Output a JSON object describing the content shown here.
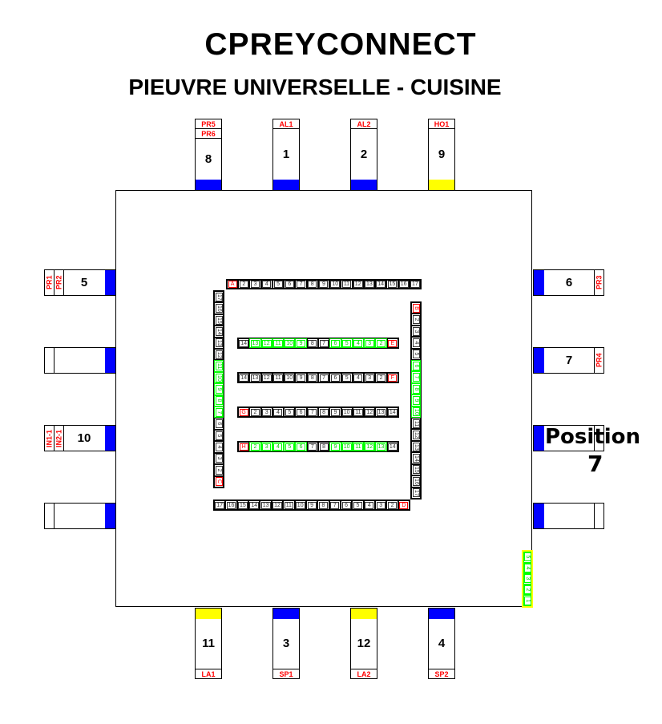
{
  "title": "CPREYCONNECT",
  "subtitle": "PIEUVRE UNIVERSELLE - CUISINE",
  "colors": {
    "blue": "#0000ff",
    "yellow": "#ffff00",
    "green": "#00ff00",
    "red": "#ff0000"
  },
  "connectors": {
    "top": [
      {
        "number": "8",
        "labels": [
          "PR5",
          "PR6"
        ],
        "color": "blue"
      },
      {
        "number": "1",
        "labels": [
          "AL1"
        ],
        "color": "blue"
      },
      {
        "number": "2",
        "labels": [
          "AL2"
        ],
        "color": "blue"
      },
      {
        "number": "9",
        "labels": [
          "HO1"
        ],
        "color": "yellow"
      }
    ],
    "bottom": [
      {
        "number": "11",
        "labels": [
          "LA1"
        ],
        "color": "yellow"
      },
      {
        "number": "3",
        "labels": [
          "SP1"
        ],
        "color": "blue"
      },
      {
        "number": "12",
        "labels": [
          "LA2"
        ],
        "color": "yellow"
      },
      {
        "number": "4",
        "labels": [
          "SP2"
        ],
        "color": "blue"
      }
    ],
    "left": [
      {
        "number": "5",
        "labels": [
          "PR1",
          "PR2"
        ],
        "color": "blue"
      },
      {
        "number": "",
        "labels": [
          ""
        ],
        "color": "blue"
      },
      {
        "number": "10",
        "labels": [
          "IN1-1",
          "IN2-1"
        ],
        "color": "blue"
      },
      {
        "number": "",
        "labels": [
          ""
        ],
        "color": "blue"
      }
    ],
    "right": [
      {
        "number": "6",
        "labels": [
          "PR3"
        ],
        "color": "blue"
      },
      {
        "number": "7",
        "labels": [
          "PR4"
        ],
        "color": "blue"
      },
      {
        "number": "",
        "labels": [
          ""
        ],
        "color": "blue"
      },
      {
        "number": "",
        "labels": [
          ""
        ],
        "color": "blue"
      }
    ]
  },
  "position": {
    "label": "Position",
    "value": "7"
  },
  "strips": [
    {
      "id": "top-row",
      "cells": [
        "A",
        "2",
        "3",
        "4",
        "5",
        "6",
        "7",
        "8",
        "9",
        "10",
        "11",
        "12",
        "13",
        "14",
        "15",
        "16",
        "17"
      ],
      "green": [],
      "red": [
        "A"
      ]
    },
    {
      "id": "left-column",
      "cells": [
        "17",
        "16",
        "15",
        "14",
        "13",
        "12",
        "11",
        "10",
        "9",
        "8",
        "7",
        "6",
        "5",
        "4",
        "3",
        "2",
        "C"
      ],
      "green": [
        "11",
        "10",
        "9",
        "8",
        "7"
      ],
      "red": [
        "C"
      ]
    },
    {
      "id": "right-column",
      "cells": [
        "B",
        "2",
        "3",
        "4",
        "5",
        "6",
        "7",
        "8",
        "9",
        "10",
        "11",
        "12",
        "13",
        "14",
        "15",
        "16",
        "17"
      ],
      "green": [
        "6",
        "7",
        "8",
        "9",
        "10"
      ],
      "red": [
        "B"
      ]
    },
    {
      "id": "bottom-row",
      "cells": [
        "17",
        "16",
        "15",
        "14",
        "13",
        "12",
        "11",
        "10",
        "9",
        "8",
        "7",
        "6",
        "5",
        "4",
        "3",
        "2",
        "D"
      ],
      "green": [],
      "red": [
        "D"
      ]
    },
    {
      "id": "inner-row-1",
      "cells": [
        "14",
        "13",
        "12",
        "11",
        "10",
        "9",
        "8",
        "7",
        "6",
        "5",
        "4",
        "3",
        "2",
        "E"
      ],
      "green": [
        "13",
        "12",
        "11",
        "10",
        "9",
        "6",
        "5",
        "4",
        "3",
        "2"
      ],
      "red": [
        "E"
      ]
    },
    {
      "id": "inner-row-2",
      "cells": [
        "14",
        "13",
        "12",
        "11",
        "10",
        "9",
        "8",
        "7",
        "6",
        "5",
        "4",
        "3",
        "2",
        "F"
      ],
      "green": [],
      "red": [
        "F"
      ]
    },
    {
      "id": "inner-row-3",
      "cells": [
        "G",
        "2",
        "3",
        "4",
        "5",
        "6",
        "7",
        "8",
        "9",
        "10",
        "11",
        "12",
        "13",
        "14"
      ],
      "green": [],
      "red": [
        "G"
      ]
    },
    {
      "id": "inner-row-4",
      "cells": [
        "H",
        "2",
        "3",
        "4",
        "5",
        "6",
        "7",
        "8",
        "9",
        "10",
        "11",
        "12",
        "13",
        "14"
      ],
      "green": [
        "2",
        "3",
        "4",
        "5",
        "6",
        "9",
        "10",
        "11",
        "12",
        "13"
      ],
      "red": [
        "H"
      ]
    },
    {
      "id": "aux-column",
      "cells": [
        "5",
        "4",
        "3",
        "2",
        "1"
      ],
      "green": [
        "5",
        "4",
        "3",
        "2",
        "1"
      ],
      "red": [],
      "frame": "yellow"
    }
  ]
}
